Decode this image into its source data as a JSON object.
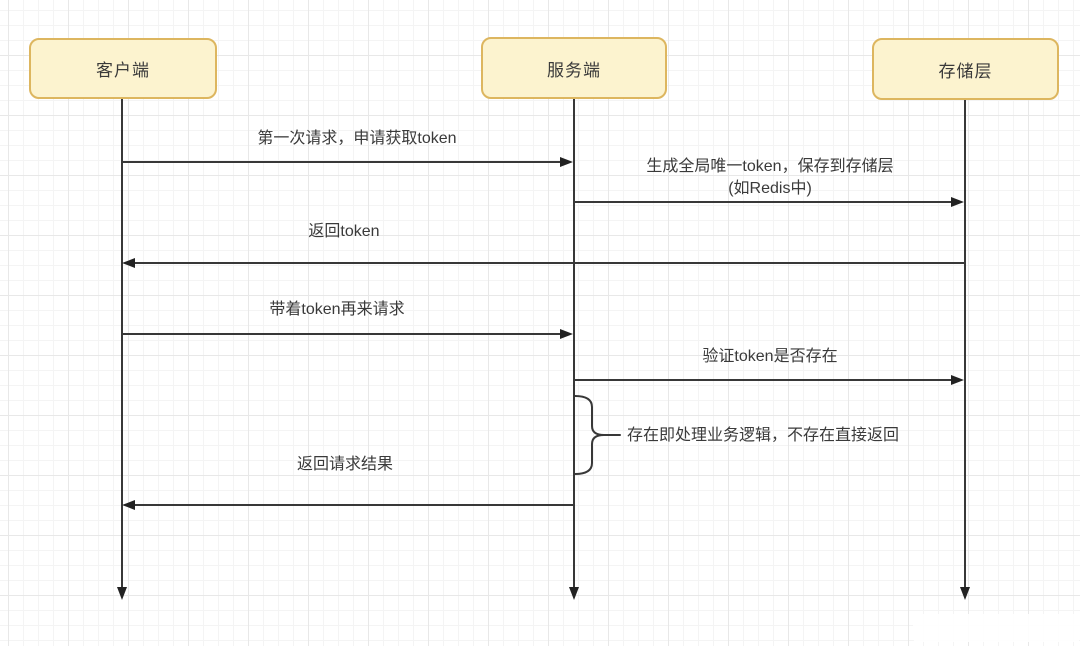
{
  "diagram": {
    "type": "sequence-diagram",
    "actors": [
      {
        "id": "client",
        "label": "客户端"
      },
      {
        "id": "server",
        "label": "服务端"
      },
      {
        "id": "storage",
        "label": "存储层"
      }
    ],
    "messages": [
      {
        "from": "client",
        "to": "server",
        "label": "第一次请求，申请获取token"
      },
      {
        "from": "server",
        "to": "storage",
        "label": "生成全局唯一token，保存到存储层",
        "label_line2": "(如Redis中)"
      },
      {
        "from": "storage",
        "to": "client",
        "label": "返回token"
      },
      {
        "from": "client",
        "to": "server",
        "label": "带着token再来请求"
      },
      {
        "from": "server",
        "to": "storage",
        "label": "验证token是否存在"
      },
      {
        "from": "server",
        "to": "client",
        "label": "返回请求结果"
      }
    ],
    "annotation": {
      "attached_to": "server",
      "label": "存在即处理业务逻辑，不存在直接返回"
    },
    "colors": {
      "background": "#ffffff",
      "grid_minor": "#f4f4f4",
      "grid_major": "#e8e8e8",
      "actor_fill": "#fcf3cf",
      "actor_border": "#ddb65f",
      "line": "#383838",
      "arrowhead": "#222222",
      "text": "#3a3a3a"
    }
  }
}
